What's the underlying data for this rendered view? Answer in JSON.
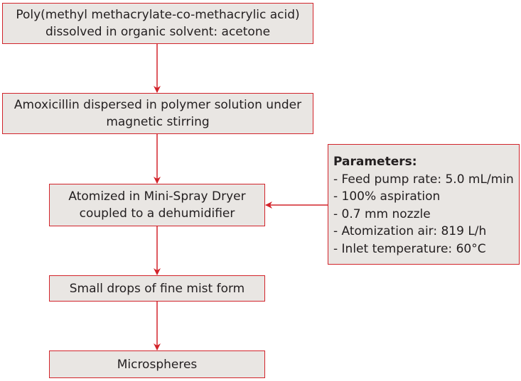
{
  "steps": [
    {
      "lines": [
        "Poly(methyl methacrylate-co-methacrylic acid)",
        "dissolved in organic solvent: acetone"
      ]
    },
    {
      "lines": [
        "Amoxicillin dispersed in polymer solution under",
        "magnetic stirring"
      ]
    },
    {
      "lines": [
        "Atomized in Mini-Spray Dryer",
        "coupled to a dehumidifier"
      ]
    },
    {
      "lines": [
        "Small drops of fine mist form"
      ]
    },
    {
      "lines": [
        "Microspheres"
      ]
    }
  ],
  "parameters": {
    "title": "Parameters:",
    "items": [
      "- Feed pump rate: 5.0 mL/min",
      "- 100% aspiration",
      "- 0.7 mm nozzle",
      "- Atomization air: 819 L/h",
      "- Inlet temperature: 60°C"
    ]
  },
  "colors": {
    "border": "#d2232a",
    "box_fill": "#e9e6e3",
    "arrow": "#d2232a",
    "text": "#231f20"
  }
}
